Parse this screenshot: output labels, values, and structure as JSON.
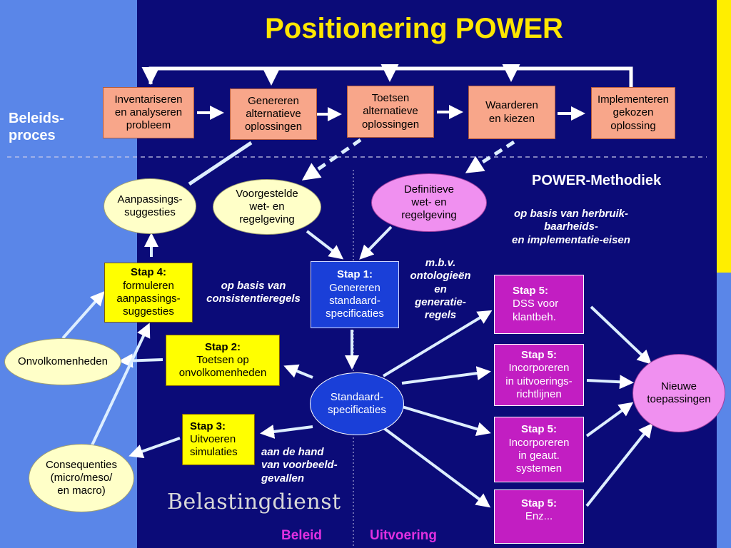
{
  "title": "Positionering POWER",
  "side_label": {
    "line1": "Beleids-",
    "line2": "proces"
  },
  "methodiek_label": "POWER-Methodiek",
  "policy_steps": [
    {
      "line1": "Inventariseren",
      "line2": "en analyseren",
      "line3": "probleem"
    },
    {
      "line1": "Genereren",
      "line2": "alternatieve",
      "line3": "oplossingen"
    },
    {
      "line1": "Toetsen",
      "line2": "alternatieve",
      "line3": "oplossingen"
    },
    {
      "line1": "Waarderen",
      "line2": "en kiezen"
    },
    {
      "line1": "Implementeren",
      "line2": "gekozen",
      "line3": "oplossing"
    }
  ],
  "ellipses": {
    "aanpassingen": {
      "line1": "Aanpassings-",
      "line2": "suggesties"
    },
    "voorgestelde": {
      "line1": "Voorgestelde",
      "line2": "wet- en",
      "line3": "regelgeving"
    },
    "definitieve": {
      "line1": "Definitieve",
      "line2": "wet- en",
      "line3": "regelgeving"
    },
    "onvolkomenheden": "Onvolkomenheden",
    "consequenties": {
      "line1": "Consequenties",
      "line2": "(micro/meso/",
      "line3": "en macro)"
    },
    "standaard": {
      "line1": "Standaard-",
      "line2": "specificaties"
    },
    "nieuwe": {
      "line1": "Nieuwe",
      "line2": "toepassingen"
    }
  },
  "steps": {
    "stap1": {
      "head": "Stap 1:",
      "line1": "Genereren",
      "line2": "standaard-",
      "line3": "specificaties"
    },
    "stap2": {
      "head": "Stap 2:",
      "line1": "Toetsen op",
      "line2": "onvolkomenheden"
    },
    "stap3": {
      "head": "Stap 3:",
      "line1": "Uitvoeren",
      "line2": "simulaties"
    },
    "stap4": {
      "head": "Stap 4:",
      "line1": "formuleren",
      "line2": "aanpassings-",
      "line3": "suggesties"
    },
    "stap5a": {
      "head": "Stap 5:",
      "line1": "DSS voor",
      "line2": "klantbeh."
    },
    "stap5b": {
      "head": "Stap 5:",
      "line1": "Incorporeren",
      "line2": "in uitvoerings-",
      "line3": "richtlijnen"
    },
    "stap5c": {
      "head": "Stap 5:",
      "line1": "Incorporeren",
      "line2": "in geaut.",
      "line3": "systemen"
    },
    "stap5d": {
      "head": "Stap 5:",
      "line1": "Enz..."
    }
  },
  "annotations": {
    "herbruik": {
      "line1": "op basis van herbruik-",
      "line2": "baarheids-",
      "line3": "en implementatie-eisen"
    },
    "consistentie": {
      "line1": "op basis van",
      "line2": "consistentieregels"
    },
    "ontologie": {
      "line1": "m.b.v.",
      "line2": "ontologieën",
      "line3": "en",
      "line4": "generatie-",
      "line5": "regels"
    },
    "voorbeeld": {
      "line1": "aan de hand",
      "line2": "van voorbeeld-",
      "line3": "gevallen"
    }
  },
  "logo_text": "Belastingdienst",
  "bottom_labels": {
    "beleid": "Beleid",
    "uitvoering": "Uitvoering"
  },
  "colors": {
    "background": "#0b0b78",
    "side_panel": "#5a86e8",
    "title": "#ffe600",
    "accent_magenta": "#c21ec2"
  }
}
